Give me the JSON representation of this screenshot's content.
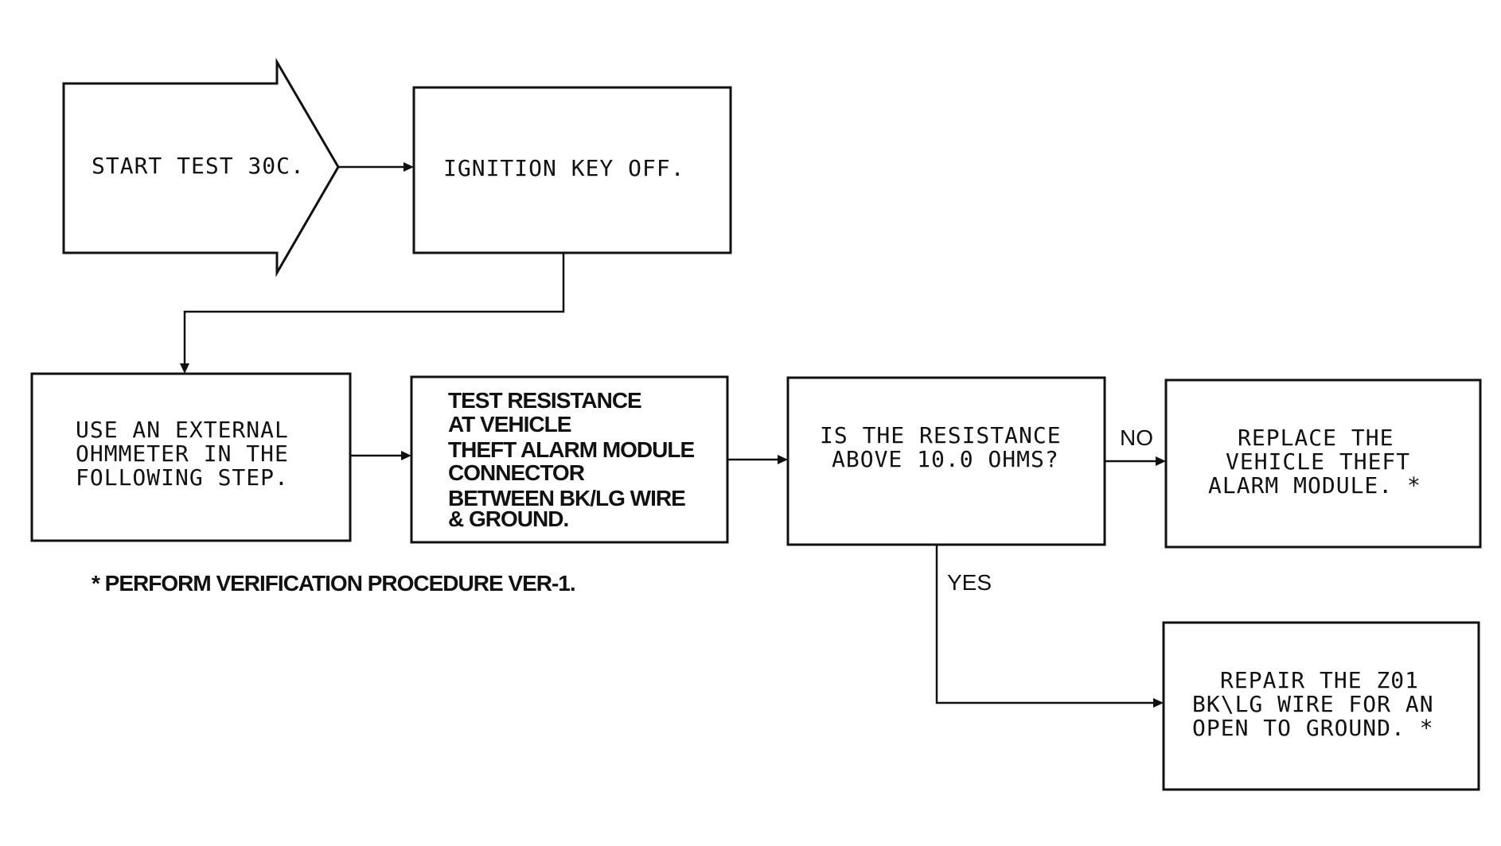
{
  "start_node": {
    "lines": [
      "START TEST 30C."
    ]
  },
  "ignition_node": {
    "lines": [
      "IGNITION KEY OFF."
    ]
  },
  "ohmmeter_node": {
    "lines": [
      "USE AN EXTERNAL",
      "OHMMETER IN THE",
      "FOLLOWING STEP."
    ]
  },
  "test_resistance_node": {
    "lines": [
      "TEST RESISTANCE",
      "AT VEHICLE",
      "THEFT ALARM MODULE",
      "CONNECTOR",
      "BETWEEN BK/LG WIRE",
      "& GROUND."
    ]
  },
  "decision_node": {
    "lines": [
      "IS THE RESISTANCE",
      "ABOVE 10.0 OHMS?"
    ]
  },
  "replace_node": {
    "lines": [
      "REPLACE THE",
      "VEHICLE THEFT",
      "ALARM MODULE. *"
    ]
  },
  "repair_node": {
    "lines": [
      "REPAIR THE Z01",
      "BK\\LG WIRE FOR AN",
      "OPEN TO GROUND. *"
    ]
  },
  "edge_labels": {
    "no": "NO",
    "yes": "YES"
  },
  "footnote": "* PERFORM VERIFICATION PROCEDURE VER-1."
}
